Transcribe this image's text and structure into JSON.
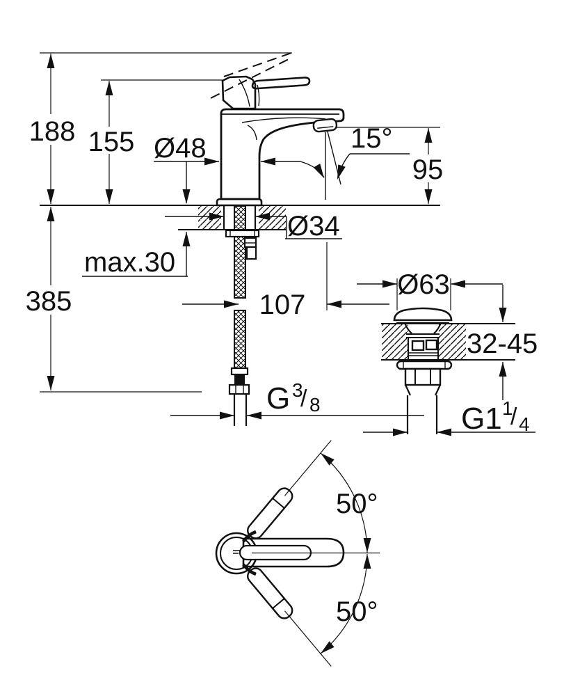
{
  "colors": {
    "line": "#111111",
    "background": "#ffffff"
  },
  "main_view": {
    "total_height": "188",
    "body_height": "155",
    "base_diameter": "Ø48",
    "stream_angle": "15°",
    "outlet_height": "95",
    "max_deck_thickness": "max.30",
    "hole_diameter": "Ø34",
    "spout_reach": "107",
    "install_depth": "385",
    "supply_thread": {
      "prefix": "G",
      "numerator": "3",
      "slash": "/",
      "denominator": "8"
    }
  },
  "drain_view": {
    "cap_diameter": "Ø63",
    "deck_thickness_range": "32-45",
    "thread": {
      "prefix": "G1",
      "numerator": "1",
      "slash": "/",
      "denominator": "4"
    }
  },
  "handle_view": {
    "swing_angle_upper": "50°",
    "swing_angle_lower": "50°"
  }
}
